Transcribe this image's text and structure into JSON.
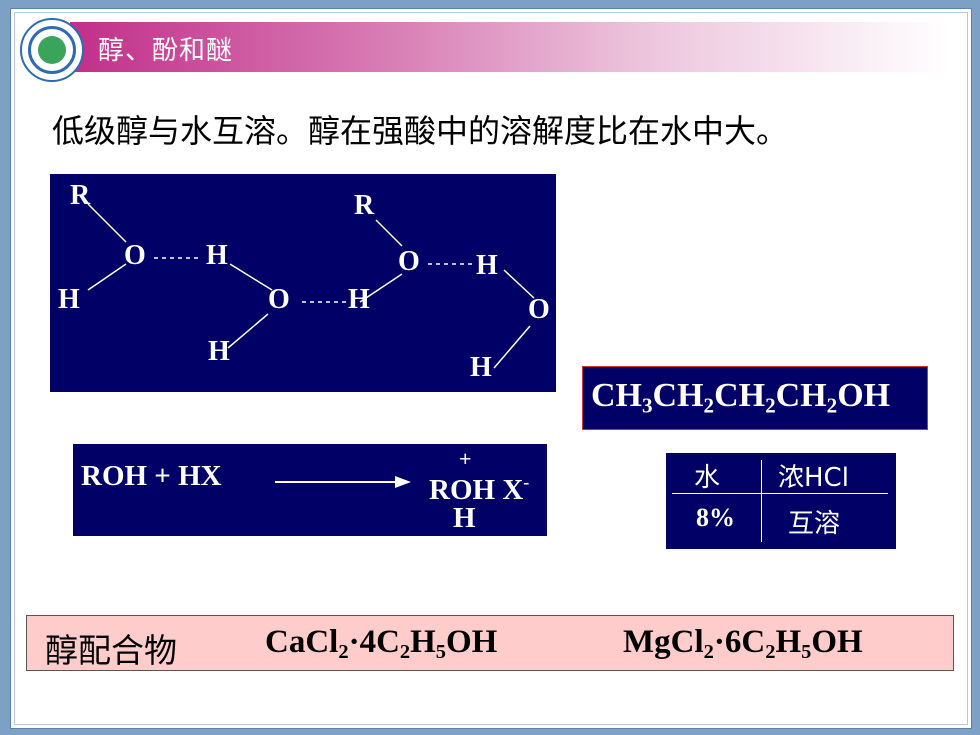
{
  "slide": {
    "title": "醇、酚和醚",
    "heading": "低级醇与水互溶。醇在强酸中的溶解度比在水中大。"
  },
  "hbond_diagram": {
    "atoms": [
      "R",
      "O",
      "H",
      "H",
      "O",
      "H",
      "H",
      "R",
      "O",
      "H",
      "O",
      "H"
    ]
  },
  "butanol": {
    "parts": [
      "CH",
      "3",
      "CH",
      "2",
      "CH",
      "2",
      "CH",
      "2",
      "OH"
    ]
  },
  "reaction": {
    "reactants": "ROH  +  HX",
    "plus_charge": "+",
    "product": "ROH",
    "anion": "X",
    "anion_charge": "-",
    "product_h": "H"
  },
  "solubility": {
    "col1_header": "水",
    "col2_header": "浓HCl",
    "col1_value": "8%",
    "col2_value": "互溶"
  },
  "complexes": {
    "label": "醇配合物",
    "f1": [
      "CaCl",
      "2",
      "·4C",
      "2",
      "H",
      "5",
      "OH"
    ],
    "f2": [
      "MgCl",
      "2",
      "·6C",
      "2",
      "H",
      "5",
      "OH"
    ]
  },
  "colors": {
    "navy": "#000066",
    "title_band": "#c12f8a",
    "pink_box": "#ffcccc",
    "frame": "#7da1c4"
  }
}
